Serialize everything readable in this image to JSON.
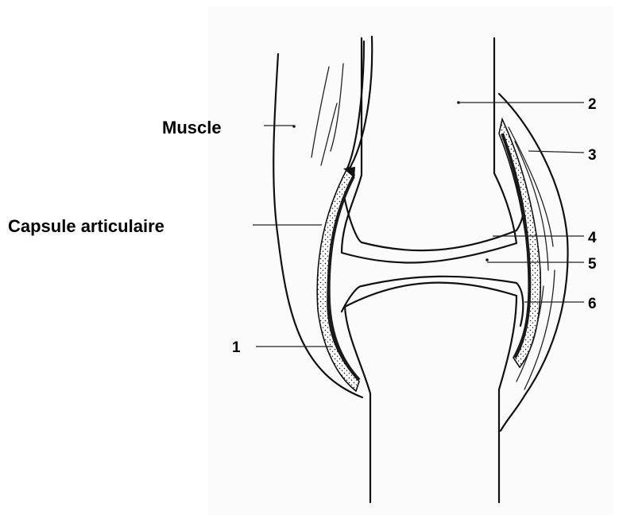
{
  "labels": {
    "muscle": "Muscle",
    "capsule": "Capsule articulaire",
    "n1": "1",
    "n2": "2",
    "n3": "3",
    "n4": "4",
    "n5": "5",
    "n6": "6"
  },
  "colors": {
    "ink": "#111111",
    "paper": "#fbfbfb",
    "synovial_membrane": "#1a1a1a"
  }
}
